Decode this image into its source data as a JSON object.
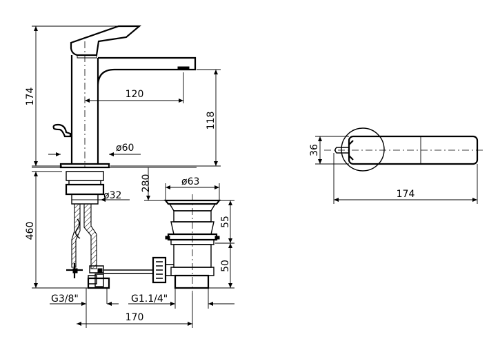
{
  "drawing": {
    "dims": {
      "height_174": "174",
      "reach_120": "120",
      "spout_height_118": "118",
      "base_dia_60": "ø60",
      "height_280": "280",
      "waste_dia_63": "ø63",
      "shank_dia_32": "ø32",
      "height_460": "460",
      "waste_55": "55",
      "waste_50": "50",
      "thread_g38": "G3/8\"",
      "thread_g114": "G1.1/4\"",
      "distance_170": "170",
      "top_36": "36",
      "top_174": "174"
    }
  }
}
